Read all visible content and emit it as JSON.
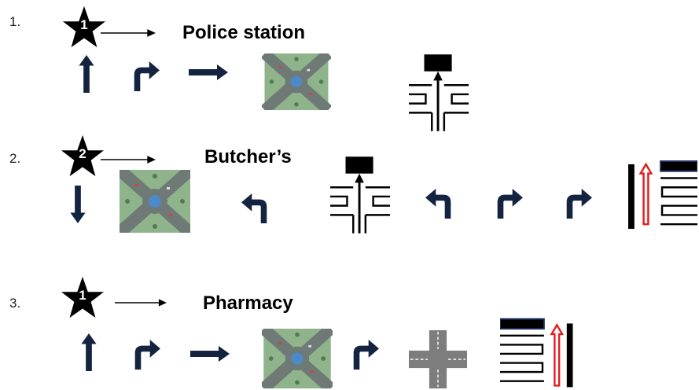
{
  "routes": [
    {
      "number": "1.",
      "start_star": "1",
      "destination": "Police station",
      "steps": [
        "arrow-up-icon",
        "turn-right-icon",
        "arrow-right-icon",
        "roundabout-icon",
        "building-ahead-icon"
      ]
    },
    {
      "number": "2.",
      "start_star": "2",
      "destination": "Butcher’s",
      "steps": [
        "arrow-down-icon",
        "roundabout-icon",
        "turn-left-icon",
        "building-ahead-icon",
        "turn-left-icon",
        "turn-right-icon",
        "turn-right-icon",
        "building-right-icon"
      ]
    },
    {
      "number": "3.",
      "start_star": "1",
      "destination": "Pharmacy",
      "steps": [
        "arrow-up-icon",
        "turn-right-icon",
        "arrow-right-icon",
        "roundabout-icon",
        "turn-right-icon",
        "crossroads-icon",
        "building-left-icon"
      ]
    }
  ],
  "colors": {
    "arrow_navy": "#14233f",
    "route_red": "#e31e1e",
    "grass": "#8fb48c",
    "road": "#6f7a76"
  }
}
